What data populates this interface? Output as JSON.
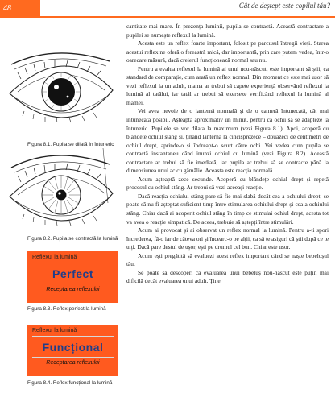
{
  "header": {
    "page_number": "48",
    "book_title": "Cât de deștept este copilul tău?"
  },
  "figures": [
    {
      "caption": "Figura 8.1. Pupila se dilată în întuneric"
    },
    {
      "caption": "Figura 8.2. Pupila se contractă la lumină"
    }
  ],
  "cards": [
    {
      "title": "Reflexul la lumină",
      "big": "Perfect",
      "sub": "Receptarea reflexului",
      "caption": "Figura 8.3. Reflex perfect la lumină"
    },
    {
      "title": "Reflexul la lumină",
      "big": "Funcțional",
      "sub": "Receptarea reflexului",
      "caption": "Figura 8.4. Reflex funcțional la lumină"
    }
  ],
  "body_paragraphs": [
    "cantitate mai mare. În prezența luminii, pupila se contractă. Această contractare a pupilei se numește reflexul la lumină.",
    "Acesta este un reflex foarte important, folosit pe parcusul întregii vieți. Starea acestui reflex ne oferă o fereastră mică, dar importantă, prin care putem vedea, într-o oarecare măsură, dacă creierul funcționează normal sau nu.",
    "Pentru a evalua reflexul la lumină al unui nou-născut, este important să știi, ca standard de comparație, cum arată un reflex normal. Din moment ce este mai ușor să vezi reflexul la un adult, mama ar trebui să capete experiență observând reflexul la lumină al tatălui, iar tatăl ar trebui să exerseze verificând reflexul la lumină al mamei.",
    "Vei avea nevoie de o lanternă normală și de o cameră întunecată, cât mai întunecată posibil. Așteaptă aproximativ un minut, pentru ca ochii să se adapteze la întuneric. Pupilele se vor dilata la maximum (vezi Figura 8.1). Apoi, acoperă cu blândețe ochiul stâng și, ținând lanterna la cincisprezece – douăzeci de centimetri de ochiul drept, aprinde-o și îndreapt-o scurt către ochi. Vei vedea cum pupila se contractă instantaneu când inunzi ochiul cu lumină (vezi Figura 8.2). Această contractare ar trebui să fie imediată, iar pupila ar trebui să se contracte până la dimensiunea unui ac cu gămălie. Aceasta este reacția normală.",
    "Acum așteaptă zece secunde. Acoperă cu blândețe ochiul drept și repetă procesul cu ochiul stâng. Ar trebui să vezi aceeași reacție.",
    "Dacă reacția ochiului stâng pare să fie mai slabă decât cea a ochiului drept, se poate să nu fi așteptat suficient timp între stimularea ochiului drept și cea a ochiului stâng. Chiar dacă ai acoperit ochiul stâng în timp ce stimulai ochiul drept, acesta tot va avea o reacție simpatică. De aceea, trebuie să aștepți între stimulări.",
    "Acum ai provocat și ai observat un reflex normal la lumină. Pentru a-ți spori încrederea, fă-o iar de câteva ori și încearc-o pe alții, ca să te asiguri că știi după ce te uiți. Dacă pare destul de ușor, ești pe drumul cel bun. Chiar este ușor.",
    "Acum ești pregătită să evaluezi acest reflex important când se naște bebelușul tău.",
    "Se poate să descoperi că evaluarea unui bebeluș nou-născut este puțin mai dificilă decât evaluarea unui adult. Ține"
  ]
}
